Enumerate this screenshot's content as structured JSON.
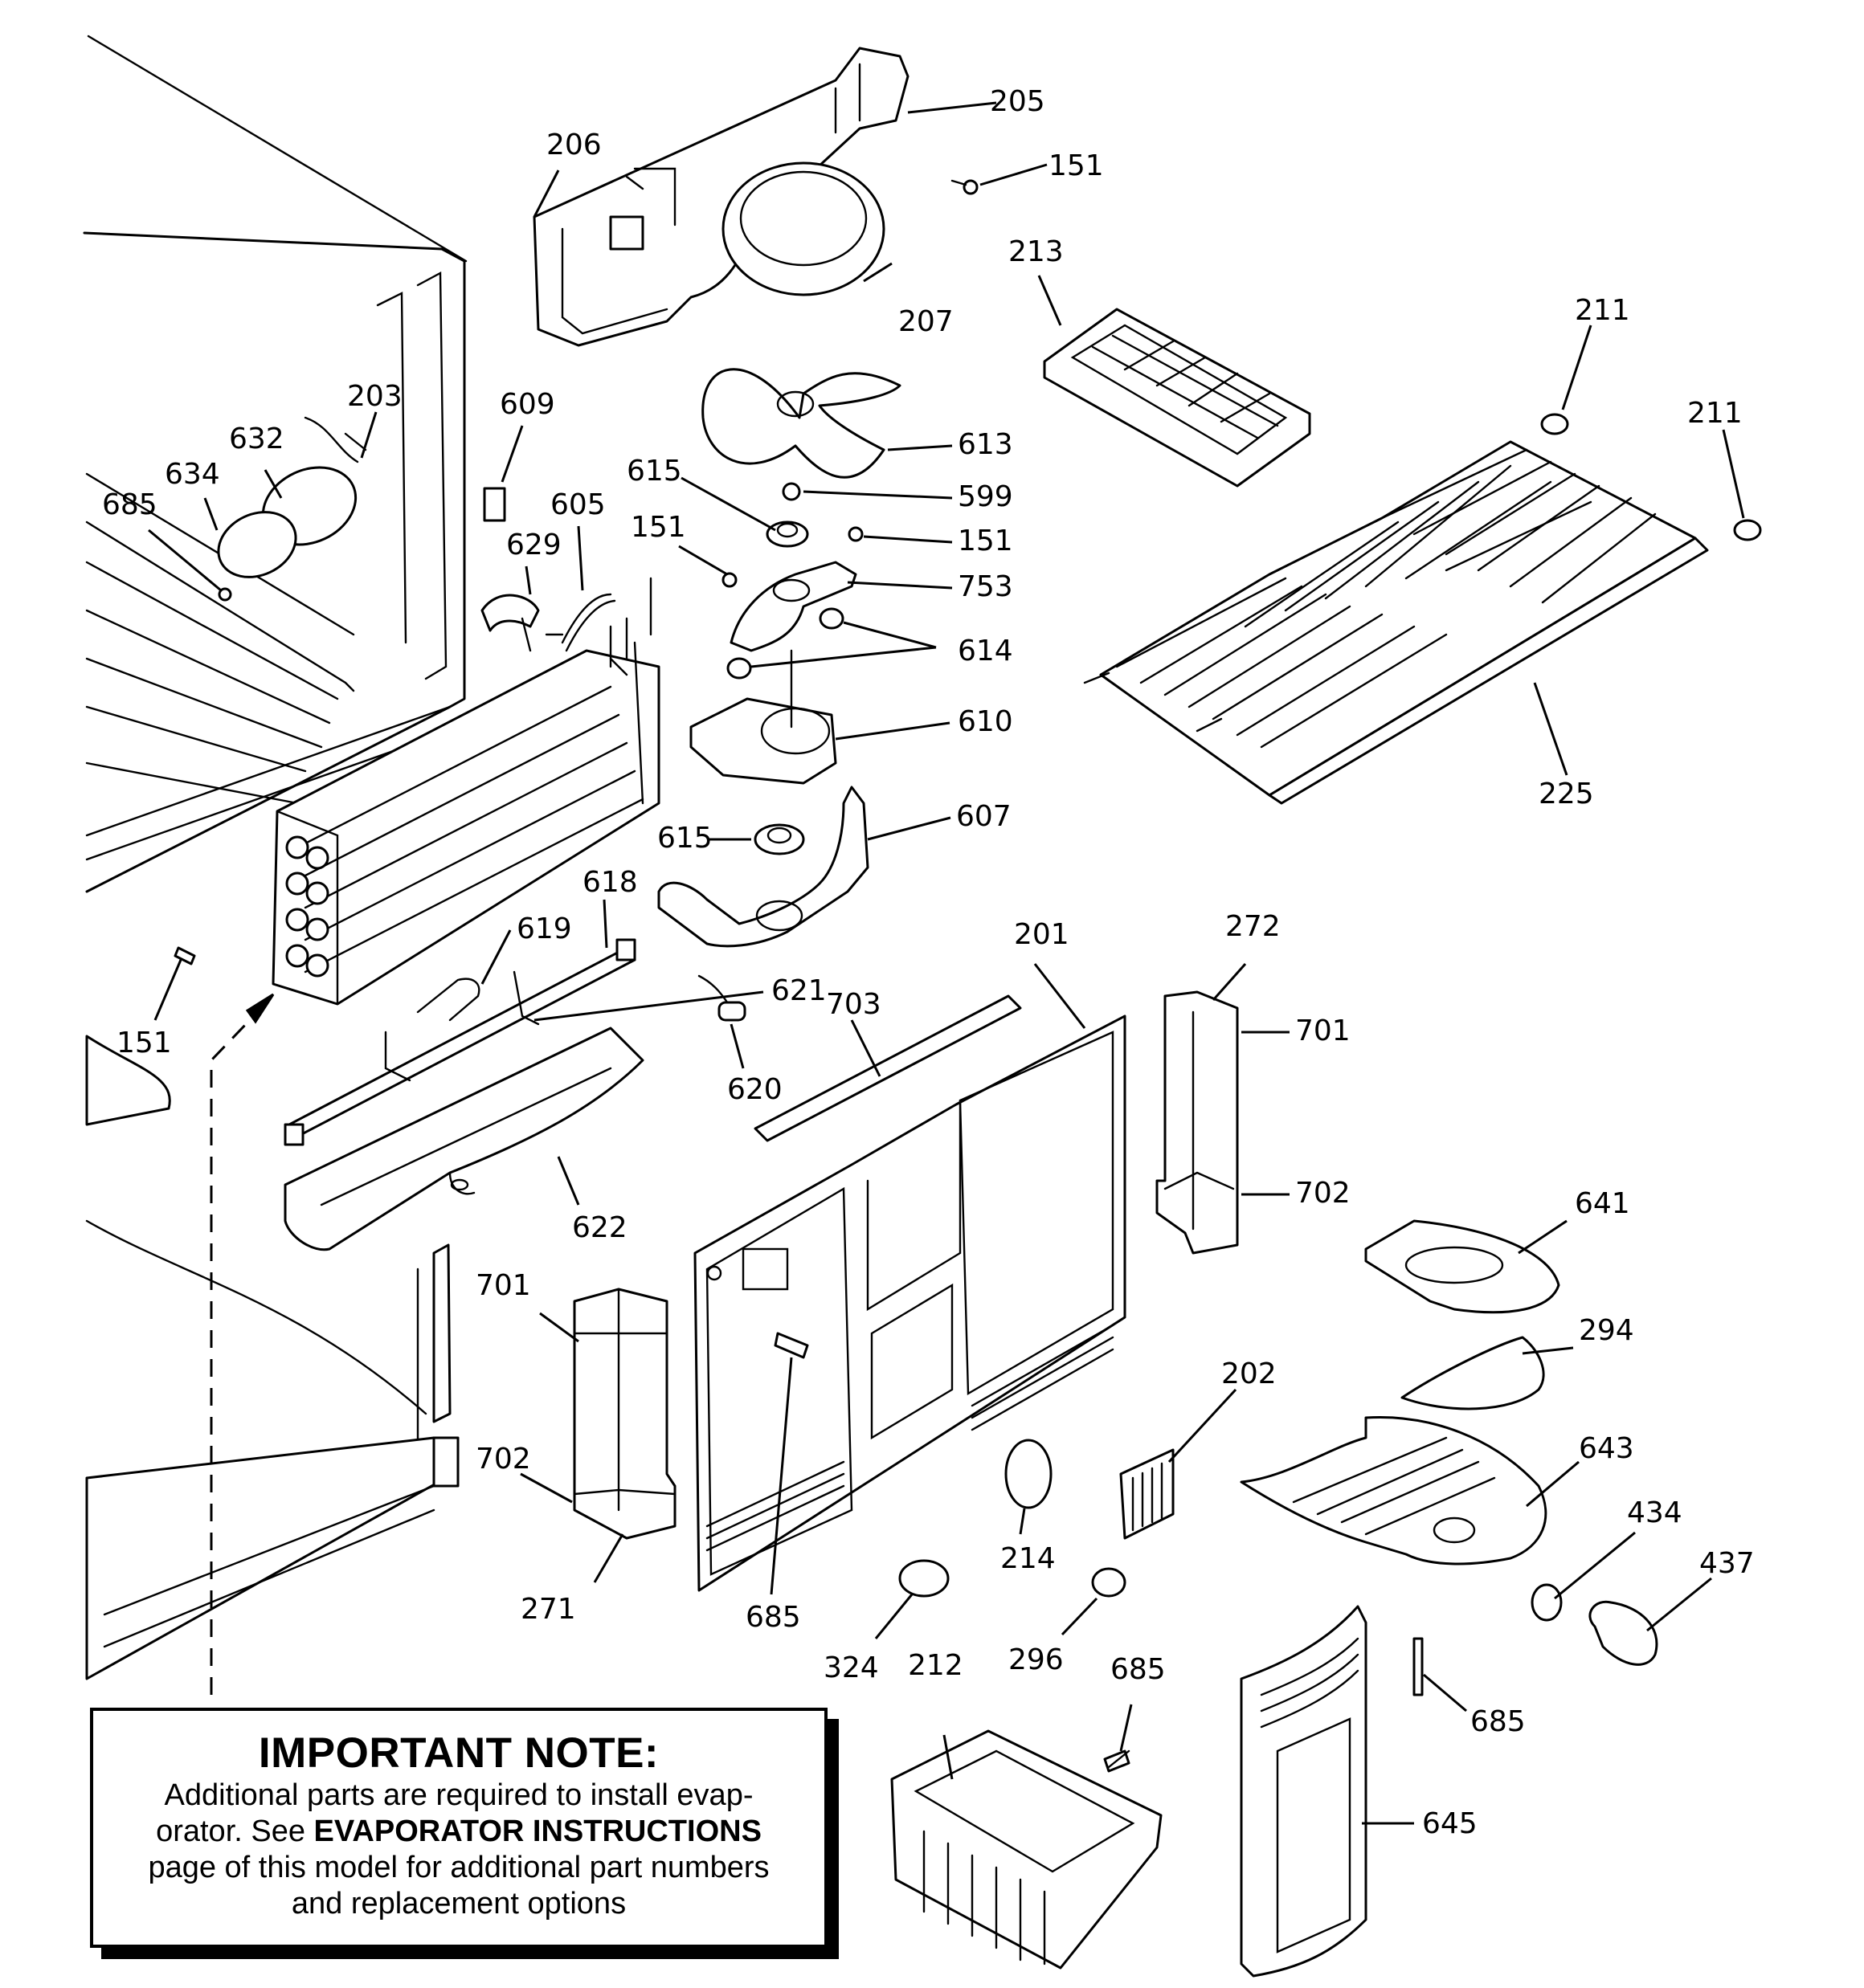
{
  "note": {
    "title": "IMPORTANT NOTE:",
    "line1": "Additional parts are required to install evap-",
    "line2_pre": "orator.  See ",
    "line2_bold": "EVAPORATOR INSTRUCTIONS",
    "line3": "page of this model for additional part numbers",
    "line4": "and replacement options"
  },
  "callouts": {
    "c205": "205",
    "c206": "206",
    "c151a": "151",
    "c207": "207",
    "c213": "213",
    "c211a": "211",
    "c211b": "211",
    "c203": "203",
    "c609": "609",
    "c632": "632",
    "c634": "634",
    "c685a": "685",
    "c605": "605",
    "c629": "629",
    "c613": "613",
    "c599": "599",
    "c615a": "615",
    "c151b": "151",
    "c151c": "151",
    "c753": "753",
    "c614": "614",
    "c610": "610",
    "c225": "225",
    "c615b": "615",
    "c607": "607",
    "c618": "618",
    "c619": "619",
    "c621": "621",
    "c151d": "151",
    "c620": "620",
    "c703": "703",
    "c201": "201",
    "c272": "272",
    "c701a": "701",
    "c702a": "702",
    "c622": "622",
    "c641": "641",
    "c701b": "701",
    "c294": "294",
    "c202": "202",
    "c702b": "702",
    "c643": "643",
    "c434": "434",
    "c437": "437",
    "c214": "214",
    "c271": "271",
    "c685b": "685",
    "c324": "324",
    "c296": "296",
    "c685c": "685",
    "c212": "212",
    "c685d": "685",
    "c645": "645"
  }
}
